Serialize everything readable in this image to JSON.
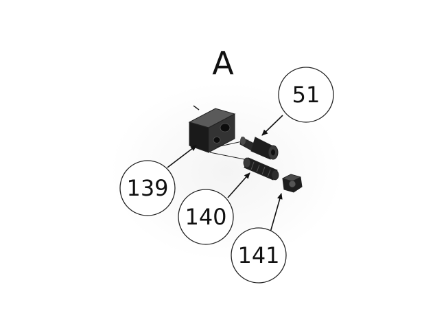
{
  "diagram": {
    "view_label": "A",
    "callouts": [
      {
        "id": "51",
        "label": "51"
      },
      {
        "id": "139",
        "label": "139"
      },
      {
        "id": "140",
        "label": "140"
      },
      {
        "id": "141",
        "label": "141"
      }
    ],
    "colors": {
      "background": "#ffffff",
      "part_dark": "#1a1a1a",
      "part_mid": "#3a3a3a",
      "part_light": "#5a5a5a",
      "outline": "#222222"
    }
  }
}
